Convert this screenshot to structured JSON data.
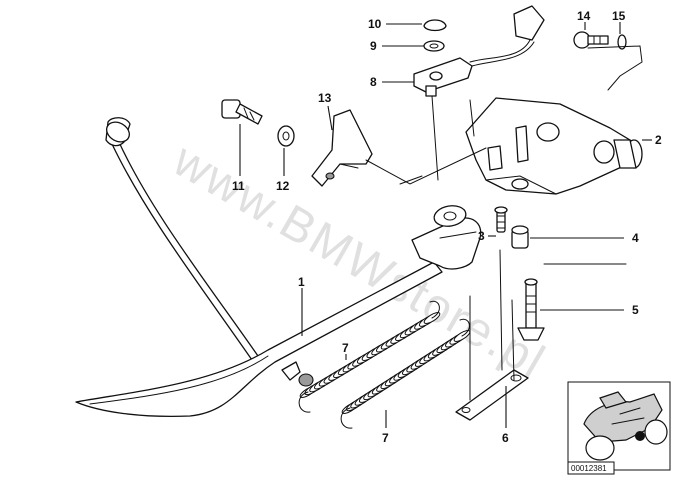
{
  "watermark": "www.BMWstore.pl",
  "image_id": "00012381",
  "callouts": {
    "c1": "1",
    "c2": "2",
    "c3": "3",
    "c4": "4",
    "c5": "5",
    "c6": "6",
    "c7a": "7",
    "c7b": "7",
    "c8": "8",
    "c9": "9",
    "c10": "10",
    "c11": "11",
    "c12": "12",
    "c13": "13",
    "c14": "14",
    "c15": "15"
  }
}
